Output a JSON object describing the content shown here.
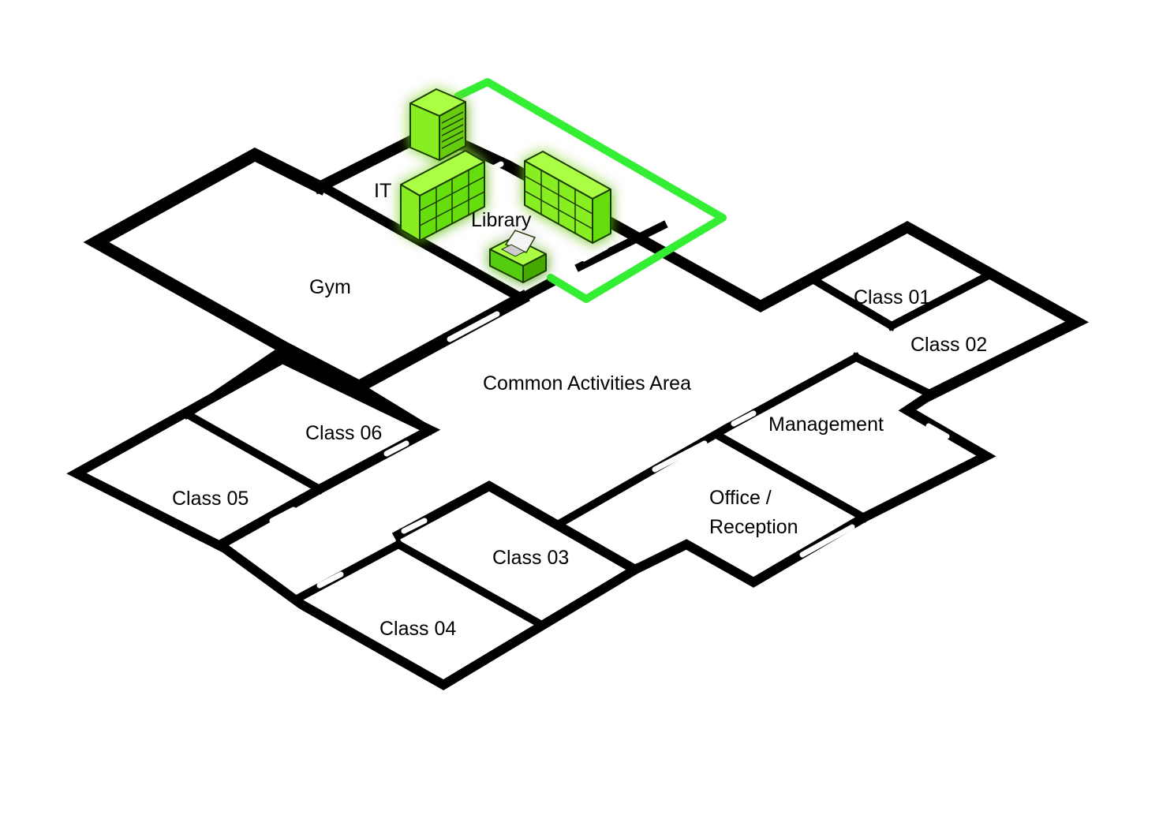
{
  "rooms": {
    "it": "IT",
    "library": "Library",
    "gym": "Gym",
    "class01": "Class 01",
    "class02": "Class 02",
    "class03": "Class 03",
    "class04": "Class 04",
    "class05": "Class 05",
    "class06": "Class 06",
    "common": "Common Activities Area",
    "management": "Management",
    "office_line1": "Office /",
    "office_line2": "Reception"
  },
  "colors": {
    "walls": "#000000",
    "highlight": "#33ee33",
    "furniture_light": "#99ff33",
    "furniture_mid": "#66dd11",
    "furniture_dark": "#44aa00",
    "background": "#ffffff"
  },
  "icons": {
    "server": "server-rack-icon",
    "bookshelf": "bookshelf-icon",
    "computer": "computer-desk-icon"
  }
}
